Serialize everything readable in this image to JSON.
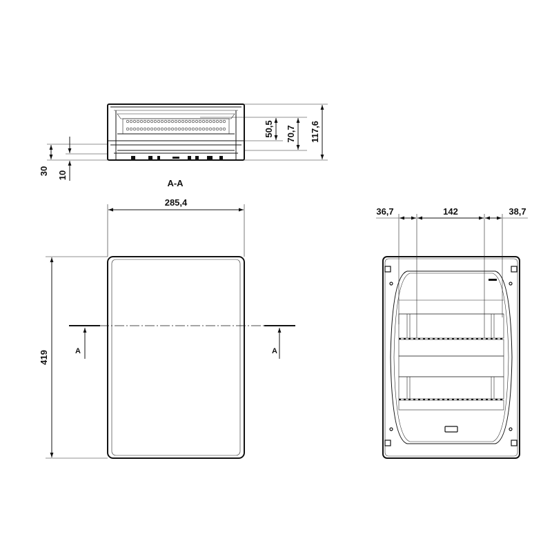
{
  "section_view": {
    "label": "A-A",
    "dims": {
      "total_height": "117,6",
      "d70": "70,7",
      "d50": "50,5",
      "d30": "30",
      "d10": "10"
    }
  },
  "front_view": {
    "width": "285,4",
    "height": "419",
    "section_mark_left": "A",
    "section_mark_right": "A"
  },
  "open_view": {
    "dims": {
      "left": "36,7",
      "center": "142",
      "right": "38,7"
    }
  }
}
